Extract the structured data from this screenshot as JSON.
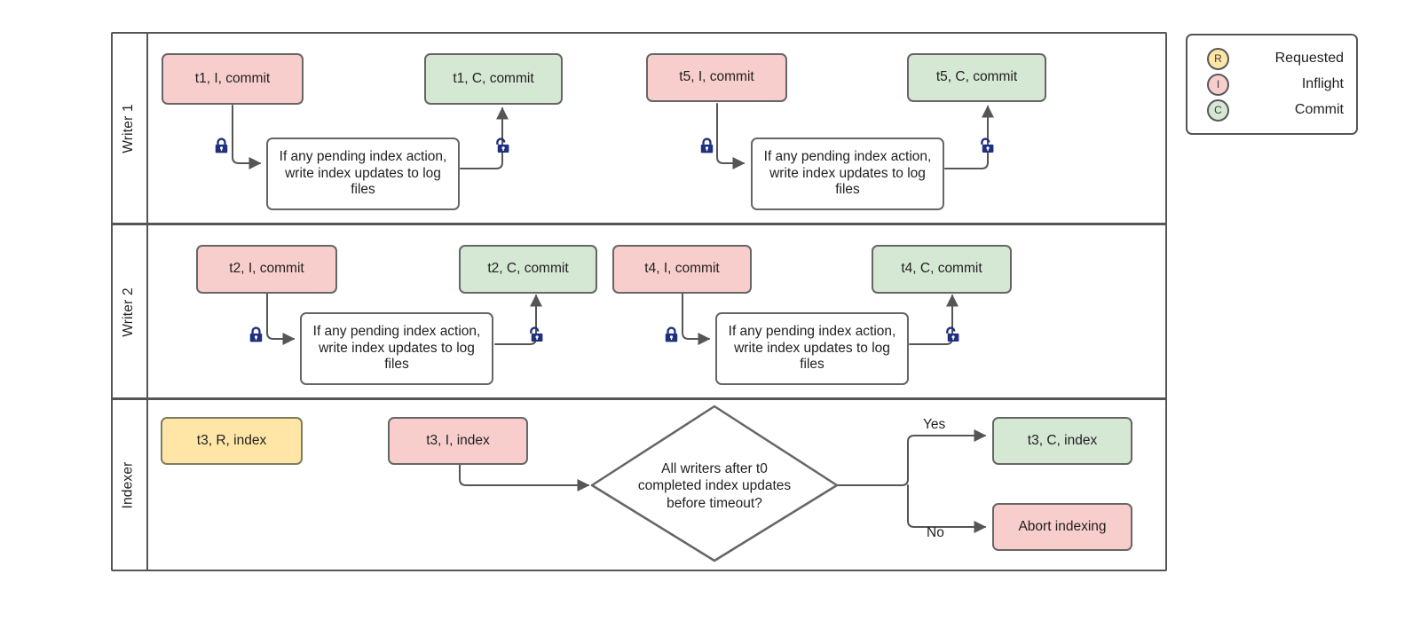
{
  "diagram": {
    "title": "Writer / Indexer concurrency swimlane",
    "colors": {
      "pink": "#f8cecc",
      "green": "#d5e8d4",
      "yellow": "#ffe6a7",
      "white": "#ffffff",
      "border": "#666666",
      "frame": "#555555",
      "lock": "#20307e",
      "edge": "#555555"
    }
  },
  "lanes": [
    {
      "label": "Writer 1"
    },
    {
      "label": "Writer 2"
    },
    {
      "label": "Indexer"
    }
  ],
  "writer1": {
    "t1_inflight": "t1, I, commit",
    "t1_commit": "t1, C, commit",
    "t1_action": "If any pending index action, write index updates to log files",
    "t5_inflight": "t5, I, commit",
    "t5_commit": "t5, C, commit",
    "t5_action": "If any pending index action, write index updates to log files",
    "lock_closed": "lock-closed-icon",
    "lock_open": "lock-open-icon"
  },
  "writer2": {
    "t2_inflight": "t2, I, commit",
    "t2_commit": "t2, C, commit",
    "t2_action": "If any pending index action, write index updates to log files",
    "t4_inflight": "t4, I, commit",
    "t4_commit": "t4, C, commit",
    "t4_action": "If any pending index action, write index updates to log files"
  },
  "indexer": {
    "t3_requested": "t3, R, index",
    "t3_inflight": "t3, I, index",
    "decision": "All writers after t0 completed index updates before timeout?",
    "decision_lines": [
      "All writers after t0",
      "completed index updates",
      "before timeout?"
    ],
    "yes_label": "Yes",
    "no_label": "No",
    "t3_commit": "t3, C, index",
    "abort": "Abort indexing"
  },
  "legend": {
    "items": [
      {
        "key": "R",
        "label": "Requested",
        "color": "#ffe6a7"
      },
      {
        "key": "I",
        "label": "Inflight",
        "color": "#f8cecc"
      },
      {
        "key": "C",
        "label": "Commit",
        "color": "#d5e8d4"
      }
    ]
  }
}
